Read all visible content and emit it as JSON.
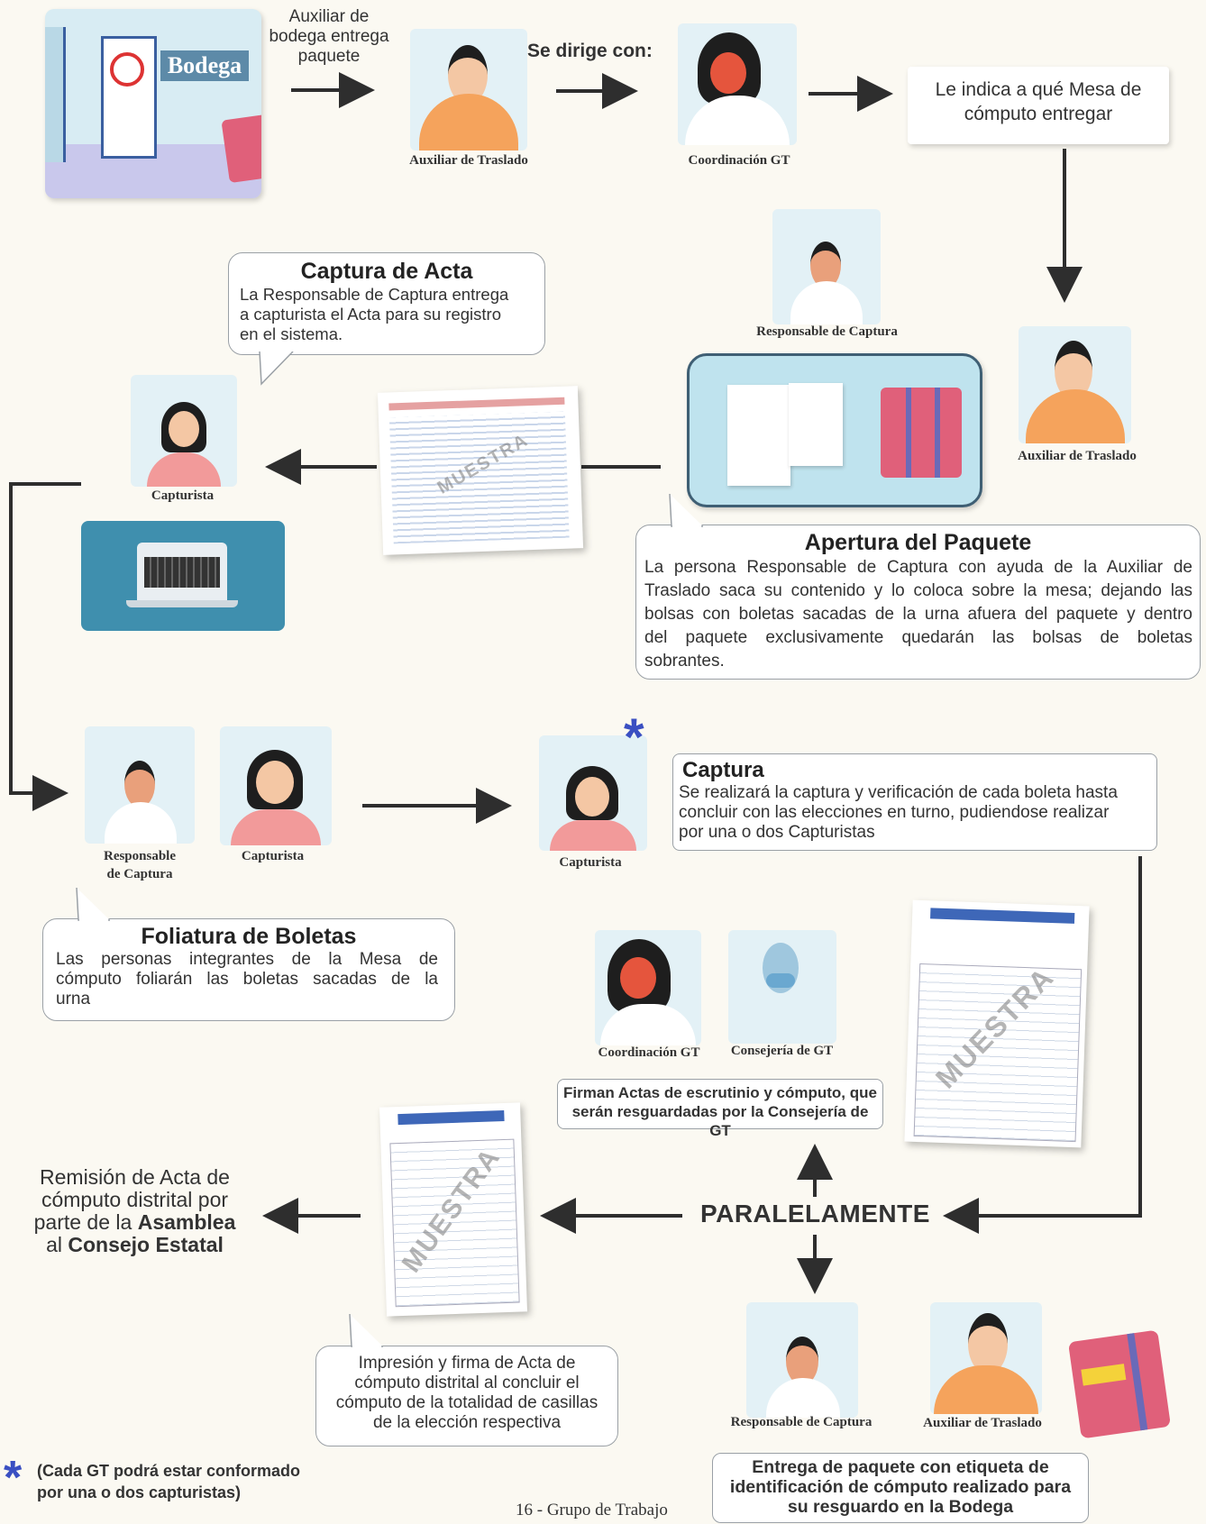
{
  "top": {
    "bodega_sign": "Bodega",
    "step1_label": "Auxiliar de bodega entrega paquete",
    "step2_label": "Se dirige con:",
    "step3_text": "Le indica a qué Mesa de cómputo entregar"
  },
  "roles": {
    "auxiliar_traslado": "Auxiliar de Traslado",
    "coordinacion_gt": "Coordinación GT",
    "responsable_captura": "Responsable de Captura",
    "responsable_captura_split": [
      "Responsable",
      "de Captura"
    ],
    "capturista": "Capturista",
    "consejeria_gt": "Consejería de GT"
  },
  "captura_acta": {
    "title": "Captura de Acta",
    "body_lines": [
      "La Responsable de Captura entrega",
      "a capturista el Acta para su registro",
      "en el sistema."
    ]
  },
  "apertura": {
    "title": "Apertura del Paquete",
    "body_lines": [
      "La persona Responsable de Captura con ayuda de la Auxiliar de",
      "Traslado saca su contenido y lo coloca sobre la mesa; dejando las",
      "bolsas con boletas sacadas de la urna afuera del paquete y dentro",
      "del paquete exclusivamente quedarán las bolsas de boletas",
      "sobrantes."
    ]
  },
  "foliatura": {
    "title": "Foliatura de Boletas",
    "body_lines": [
      "Las personas integrantes de la Mesa de",
      "cómputo foliarán las boletas sacadas de la",
      "urna"
    ]
  },
  "captura": {
    "title": "Captura",
    "body_lines": [
      "Se realizará la captura y verificación de cada boleta hasta",
      "concluir con las elecciones en turno, pudiendose realizar",
      "por una o dos Capturistas"
    ],
    "asterisk": "*"
  },
  "firman": {
    "lines": [
      "Firman Actas de escrutinio y cómputo, que",
      "serán resguardadas por la Consejería de GT"
    ]
  },
  "paralelamente": "PARALELAMENTE",
  "remision": {
    "line1": "Remisión de Acta de",
    "line2": "cómputo distrital por",
    "line3a": "parte de la ",
    "line3b": "Asamblea",
    "line4a": "al ",
    "line4b": "Consejo Estatal"
  },
  "impresion": {
    "lines": [
      "Impresión y firma de Acta de",
      "cómputo distrital al concluir el",
      "cómputo de la totalidad de casillas",
      "de la elección respectiva"
    ]
  },
  "entrega": {
    "lines": [
      "Entrega de paquete con etiqueta de",
      "identificación de cómputo realizado para",
      "su resguardo en la Bodega"
    ]
  },
  "footnote": {
    "asterisk": "*",
    "lines": [
      "(Cada GT podrá estar conformado",
      "por una o dos capturistas)"
    ]
  },
  "doc_watermark": "MUESTRA",
  "page_footer": "16 - Grupo de Trabajo",
  "colors": {
    "card_bg": "#e3f1f6",
    "arrow": "#2e2e2e",
    "shirt_orange": "#f5a35c",
    "shirt_pink": "#f29a9a",
    "asterisk_blue": "#3a4fc2",
    "bag_pink": "#e0607a"
  }
}
